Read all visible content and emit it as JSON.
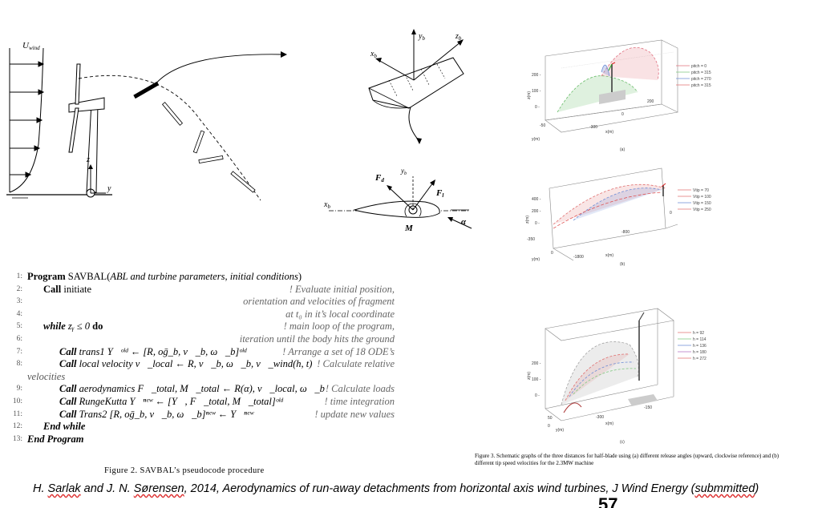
{
  "turbine_diagram": {
    "u_wind": "U",
    "u_wind_sub": "wind",
    "z_label": "z",
    "y_label": "y"
  },
  "blade_diagram": {
    "xb": "x",
    "yb": "y",
    "zb": "z",
    "b_sub": "b",
    "fd": "F",
    "fd_sub": "d",
    "fl": "F",
    "fl_sub": "l",
    "m": "M",
    "alpha": "α"
  },
  "algorithm": {
    "lines": [
      {
        "num": "1:",
        "keyword": "Program",
        "text": "SAVBAL(",
        "italic": "ABL and turbine parameters, initial conditions",
        "tail": ")",
        "comment": ""
      },
      {
        "num": "2:",
        "keyword": "Call",
        "text": "initiate",
        "comment": "! Evaluate initial position,"
      },
      {
        "num": "3:",
        "comment": "orientation and velocities of fragment"
      },
      {
        "num": "4:",
        "comment": "at t₀ in it’s local coordinate"
      },
      {
        "num": "5:",
        "keyword": "while",
        "text": "zᵧ ≤ 0",
        "keyword2": "do",
        "comment": "! main loop of the program,"
      },
      {
        "num": "6:",
        "comment": "iteration until the body hits the ground"
      },
      {
        "num": "7:",
        "keyword": "Call",
        "text": "trans1  Y⃗ᵒˡᵈ ← [R, oḡ_b, v⃗_b, ω⃗_b]ᵒˡᵈ",
        "comment": "! Arrange a set of 18 ODE’s"
      },
      {
        "num": "8:",
        "keyword": "Call",
        "text": "local velocity  v⃗_local ← R, v⃗_b, ω⃗_b, v⃗_wind(h, t)",
        "comment": "! Calculate relative"
      },
      {
        "continuation": "velocities"
      },
      {
        "num": "9:",
        "keyword": "Call",
        "text": "aerodynamics  F⃗_total, M⃗_total ← R(α), v⃗_local, ω⃗_b",
        "comment": "! Calculate loads"
      },
      {
        "num": "10:",
        "keyword": "Call",
        "text": "RungeKutta  Y⃗ⁿᵉʷ ← [Y⃗, F⃗_total, M⃗_total]ᵒˡᵈ",
        "comment": "! time integration"
      },
      {
        "num": "11:",
        "keyword": "Call",
        "text": "Trans2  [R, oḡ_b, v⃗_b, ω⃗_b]ⁿᵉʷ ← Y⃗ⁿᵉʷ",
        "comment": "! update new values"
      },
      {
        "num": "12:",
        "keyword": "End while"
      },
      {
        "num": "13:",
        "keyword": "End Program"
      }
    ]
  },
  "figure2_caption": "Figure 2.  SAVBAL’s pseudocode procedure",
  "figure3_caption": "Figure 3.  Schematic graphs of the three distances for half-blade using (a) different release angles (upward, clockwise reference) and (b) different tip speed velocities for the 2.3MW machine",
  "figure3": {
    "panels": [
      {
        "label": "(a)",
        "legend": [
          "pitch = 0",
          "pitch = 315",
          "pitch = 270",
          "pitch = 315"
        ],
        "colors": [
          "#e0707a",
          "#7fc97f",
          "#6c8cd5",
          "#e07070"
        ]
      },
      {
        "label": "(b)",
        "legend": [
          "Vtip = 70",
          "Vtip = 100",
          "Vtip = 150",
          "Vtip = 250"
        ],
        "colors": [
          "#e07070",
          "#e07070",
          "#6c8cd5",
          "#e07070"
        ]
      },
      {
        "label": "(c)",
        "legend": [
          "h = 92",
          "h = 114",
          "h = 136",
          "h = 180",
          "h = 272"
        ],
        "colors": [
          "#e07070",
          "#7fc97f",
          "#6c8cd5",
          "#b070c0",
          "#e07070"
        ]
      }
    ],
    "axis_labels": {
      "y": "y(m)",
      "x": "x(m)",
      "z": "z(m)"
    }
  },
  "citation": {
    "author1": "H. ",
    "sarlak": "Sarlak",
    "mid": " and J. N. ",
    "sorensen": "Sørensen",
    "rest": ", 2014, Aerodynamics of run-away detachments from horizontal axis wind turbines, J Wind Energy (",
    "sub": "submmitted",
    "end": ")"
  },
  "page_number": "57"
}
